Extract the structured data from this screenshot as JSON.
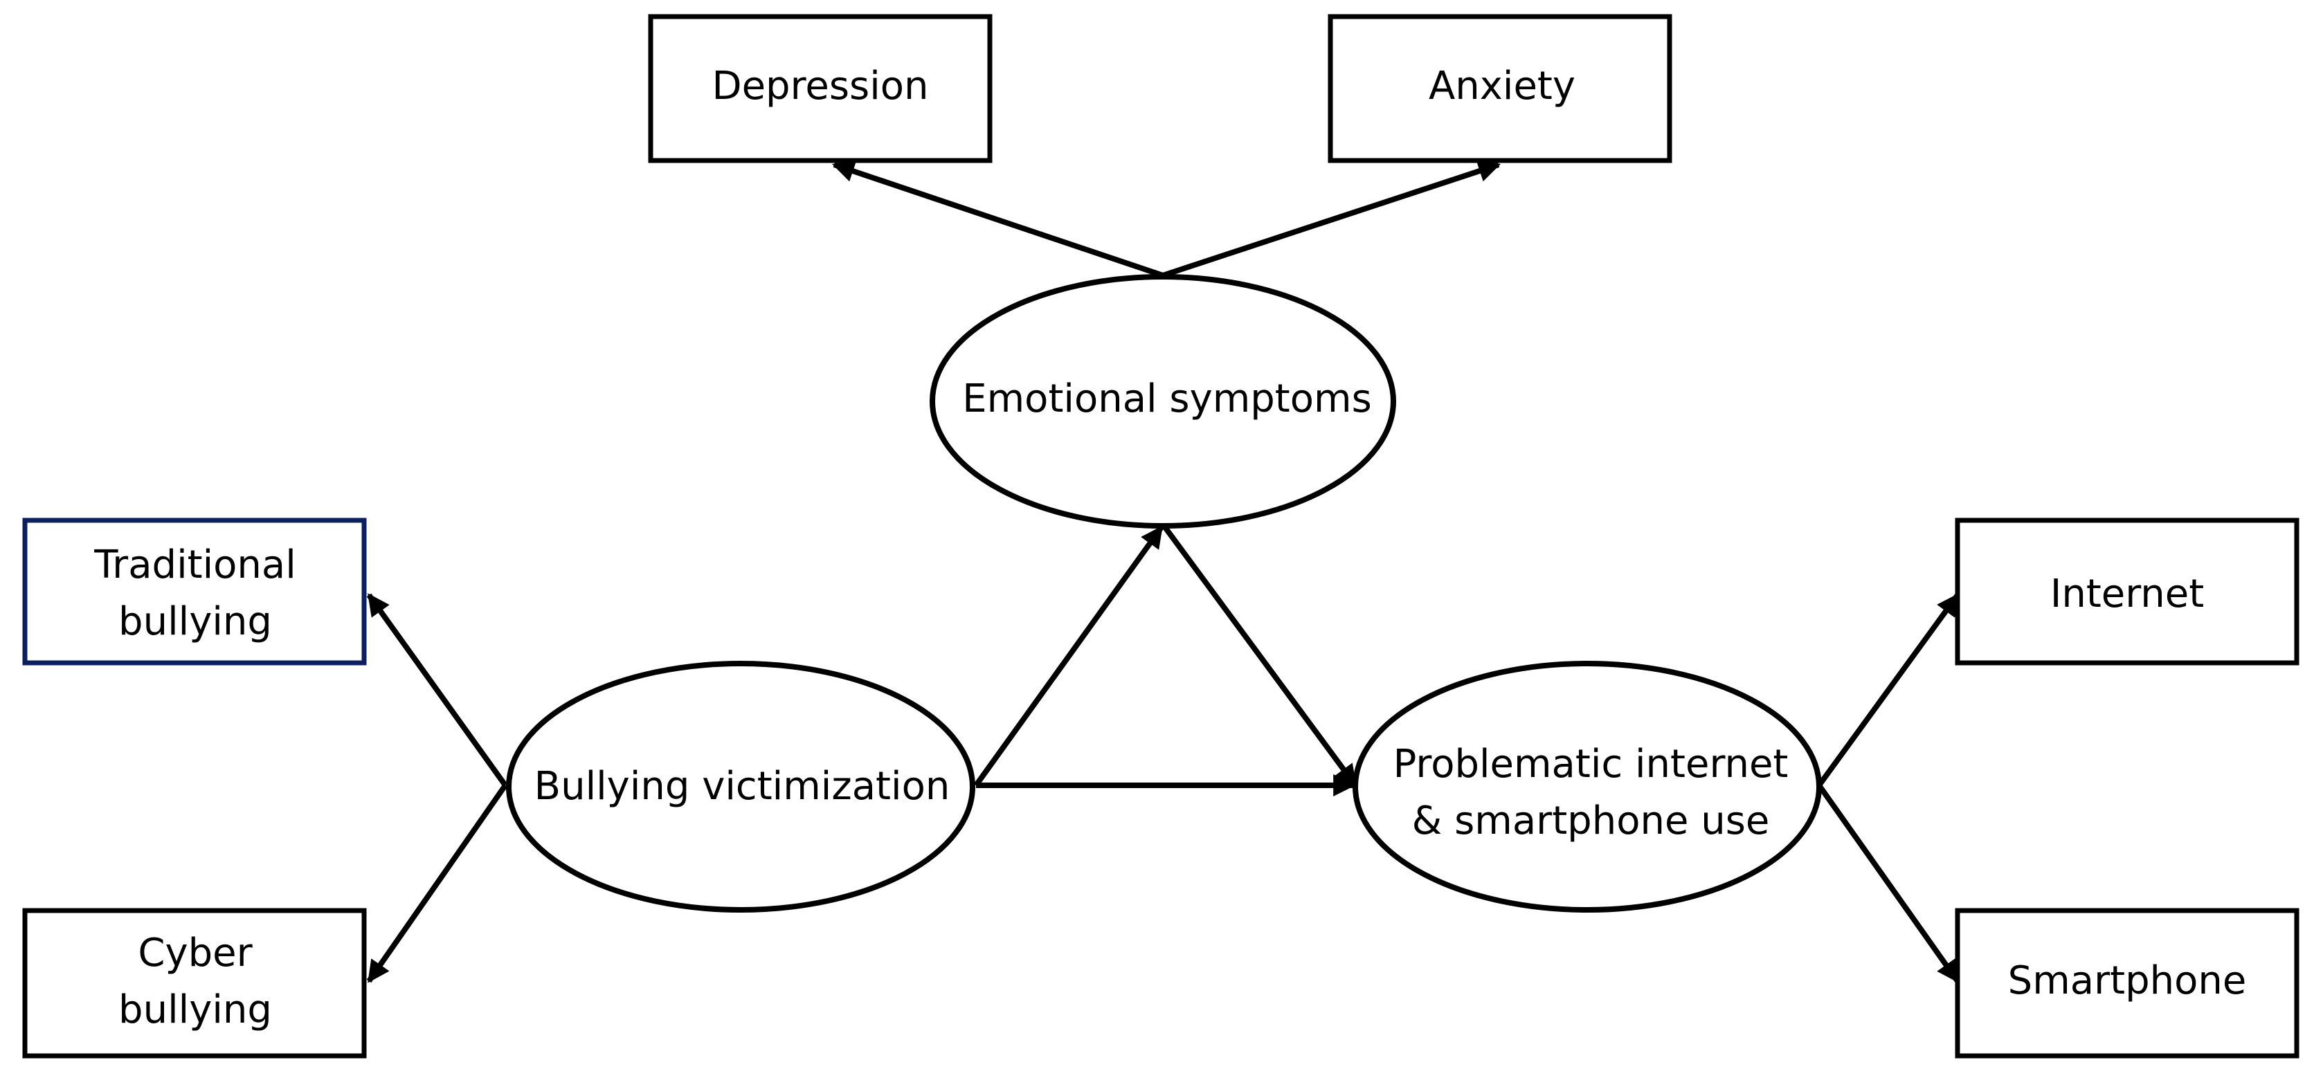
{
  "indicators": {
    "depression": "Depression",
    "anxiety": "Anxiety",
    "traditional_line1": "Traditional",
    "traditional_line2": "bullying",
    "cyber_line1": "Cyber",
    "cyber_line2": "bullying",
    "internet": "Internet",
    "smartphone": "Smartphone"
  },
  "latent": {
    "emotional": "Emotional symptoms",
    "bullying": "Bullying victimization",
    "problematic_line1": "Problematic internet",
    "problematic_line2": "& smartphone use"
  },
  "colors": {
    "stroke": "#000000",
    "highlight_border": "#0d1f5c"
  }
}
